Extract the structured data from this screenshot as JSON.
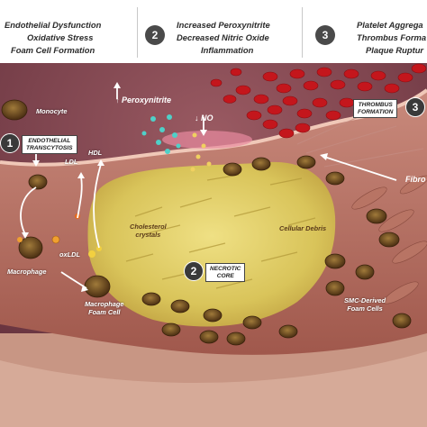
{
  "header": {
    "col1": {
      "lines": [
        "Endothelial Dysfunction",
        "Oxidative Stress",
        "Foam Cell Formation"
      ]
    },
    "col2": {
      "number": "2",
      "lines": [
        "Increased Peroxynitrite",
        "Decreased Nitric Oxide",
        "Inflammation"
      ]
    },
    "col3": {
      "number": "3",
      "lines": [
        "Platelet Aggrega",
        "Thrombus Forma",
        "Plaque Ruptur"
      ]
    }
  },
  "labels": {
    "monocyte": "Monocyte",
    "ldl": "LDL",
    "hdl": "HDL",
    "oxldl": "oxLDL",
    "macrophage": "Macrophage",
    "macrophage_foam": "Macrophage\nFoam Cell",
    "peroxynitrite": "Peroxynitrite",
    "no": "NO",
    "cholesterol": "Cholesterol\ncrystals",
    "debris": "Cellular Debris",
    "smc": "SMC-Derived\nFoam Cells",
    "fibro": "Fibro"
  },
  "tags": {
    "t1": {
      "number": "1",
      "text": "ENDOTHELIAL\nTRANSCYTOSIS"
    },
    "t2": {
      "number": "2",
      "text": "NECROTIC\nCORE"
    },
    "t3": {
      "number": "3",
      "text": "THROMBUS\nFORMATION"
    }
  },
  "colors": {
    "wall": "#b46e64",
    "lumen": "#7a3f4a",
    "necrotic": "#d9c45a",
    "blood": "#c4161c",
    "foam": "#6e4a1e"
  }
}
